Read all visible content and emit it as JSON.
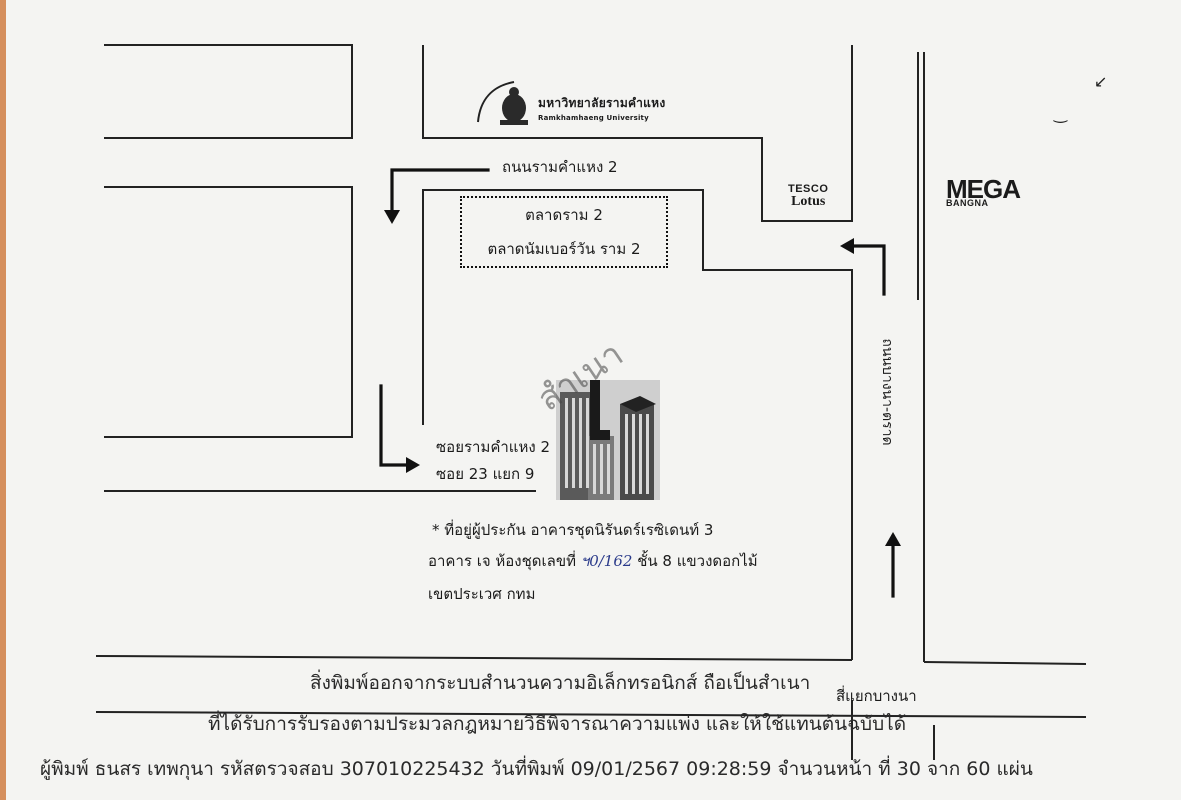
{
  "university": {
    "name_thai": "มหาวิทยาลัยรามคำแหง",
    "name_eng": "Ramkhamhaeng University"
  },
  "roads": {
    "ramkhamhaeng2": "ถนนรามคำแหง 2",
    "bangna_trad": "ถนนบางนา-ตราด",
    "soi_line1": "ซอยรามคำแหง 2",
    "soi_line2": "ซอย 23 แยก 9"
  },
  "market": {
    "line1": "ตลาดราม 2",
    "line2": "ตลาดนัมเบอร์วัน ราม 2"
  },
  "tesco": {
    "line1": "TESCO",
    "line2": "Lotus"
  },
  "mega": {
    "line1": "MEGA",
    "line2": "BANGNA"
  },
  "stamp": "สำเนา",
  "address": {
    "line1": "*  ที่อยู่ผู้ประกัน อาคารชุดนิรันดร์เรซิเดนท์ 3",
    "line2_pre": "อาคาร เจ ห้องชุดเลขที่ ",
    "line2_hand": "ฯ0/162",
    "line2_post": " ชั้น 8 แขวงดอกไม้",
    "line3": "เขตประเวศ กทม"
  },
  "intersection": "สี่แยกบางนา",
  "footer": {
    "line1": "สิ่งพิมพ์ออกจากระบบสำนวนความอิเล็กทรอนิกส์ ถือเป็นสำเนา",
    "line2": "ที่ได้รับการรับรองตามประมวลกฎหมายวิธีพิจารณาความแพ่ง และให้ใช้แทนต้นฉบับได้",
    "line3": "ผู้พิมพ์ ธนสร เทพกุนา    รหัสตรวจสอบ 307010225432 วันที่พิมพ์ 09/01/2567 09:28:59 จำนวนหน้า ที่ 30 จาก 60 แผ่น"
  }
}
